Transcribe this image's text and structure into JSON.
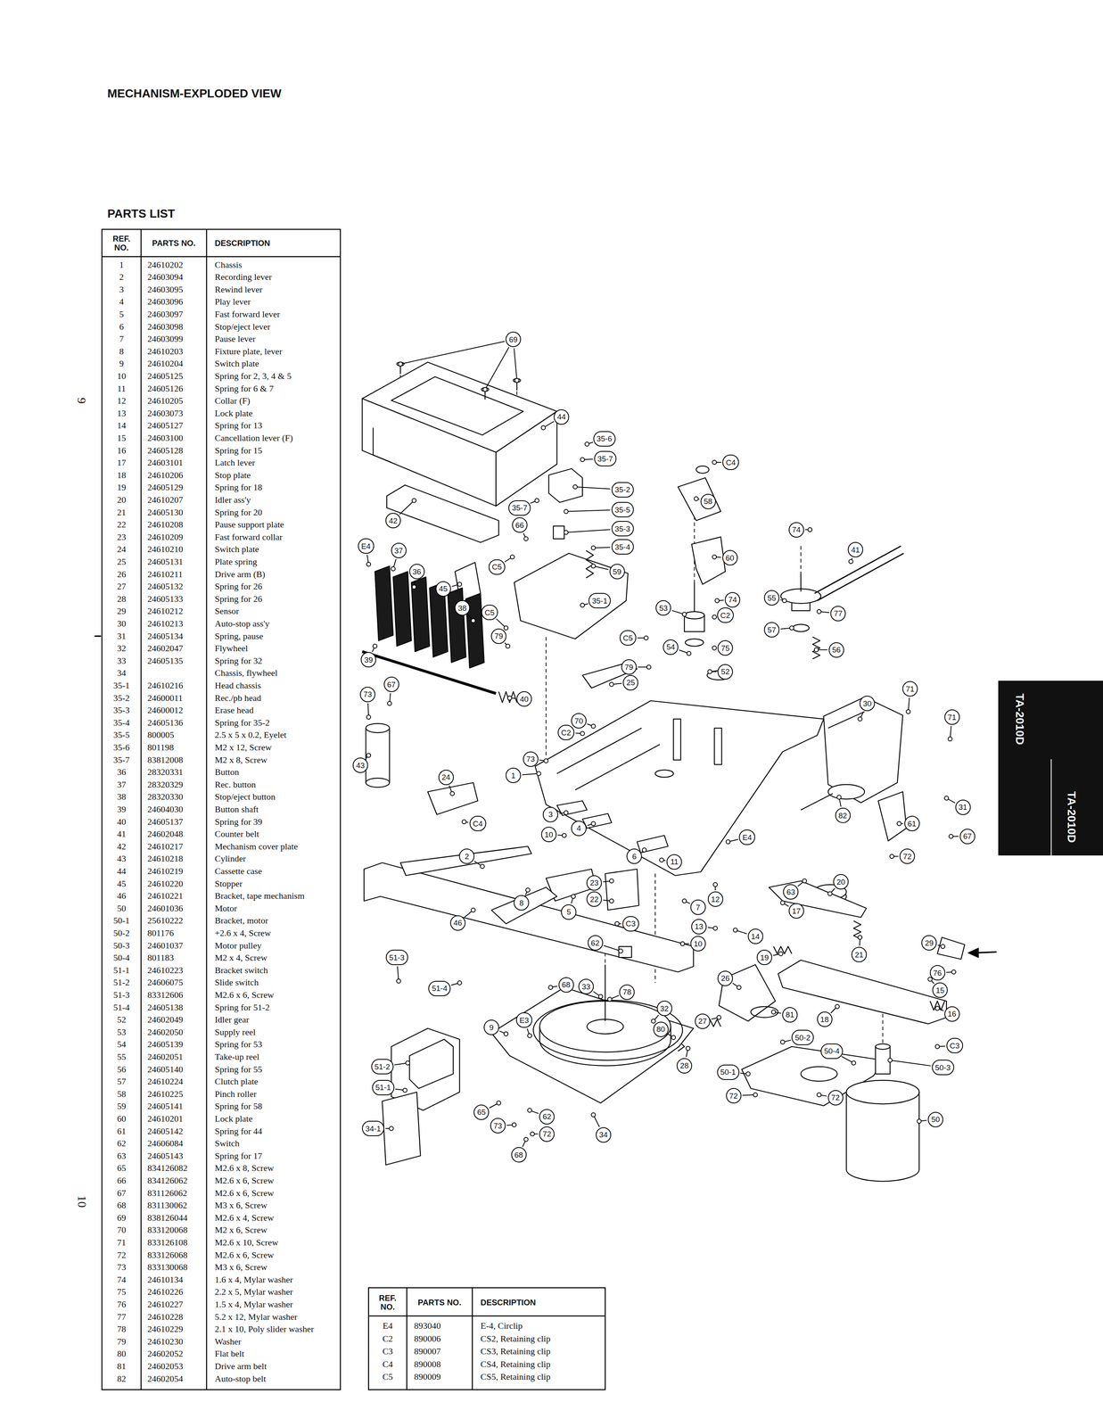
{
  "diagram": {
    "title": "MECHANISM-EXPLODED VIEW",
    "nodes": [
      {
        "text": [
          "69"
        ]
      },
      {
        "text": [
          "44"
        ]
      },
      {
        "text": [
          "42"
        ]
      },
      {
        "text": [
          "35-6"
        ]
      },
      {
        "text": [
          "35-7"
        ]
      },
      {
        "text": [
          "C4"
        ]
      },
      {
        "text": [
          "58"
        ]
      },
      {
        "text": [
          "35-2"
        ]
      },
      {
        "text": [
          "35-7"
        ]
      },
      {
        "text": [
          "35-5"
        ]
      },
      {
        "text": [
          "66"
        ]
      },
      {
        "text": [
          "35-3"
        ]
      },
      {
        "text": [
          "35-4"
        ]
      },
      {
        "text": [
          "E4"
        ]
      },
      {
        "text": [
          "37"
        ]
      },
      {
        "text": [
          "36"
        ]
      },
      {
        "text": [
          "C5"
        ]
      },
      {
        "text": [
          "59"
        ]
      },
      {
        "text": [
          "60"
        ]
      },
      {
        "text": [
          "74"
        ]
      },
      {
        "text": [
          "41"
        ]
      },
      {
        "text": [
          "45"
        ]
      },
      {
        "text": [
          "35-1"
        ]
      },
      {
        "text": [
          "38"
        ]
      },
      {
        "text": [
          "C5"
        ]
      },
      {
        "text": [
          "53"
        ]
      },
      {
        "text": [
          "74"
        ]
      },
      {
        "text": [
          "55"
        ]
      },
      {
        "text": [
          "77"
        ]
      },
      {
        "text": [
          "C2"
        ]
      },
      {
        "text": [
          "C5"
        ]
      },
      {
        "text": [
          "54"
        ]
      },
      {
        "text": [
          "57"
        ]
      },
      {
        "text": [
          "56"
        ]
      },
      {
        "text": [
          "75"
        ]
      },
      {
        "text": [
          "39"
        ]
      },
      {
        "text": [
          "79"
        ]
      },
      {
        "text": [
          "52"
        ]
      },
      {
        "text": [
          "79"
        ]
      },
      {
        "text": [
          "25"
        ]
      },
      {
        "text": [
          "40"
        ]
      },
      {
        "text": [
          "67"
        ]
      },
      {
        "text": [
          "73"
        ]
      },
      {
        "text": [
          "30"
        ]
      },
      {
        "text": [
          "71"
        ]
      },
      {
        "text": [
          "71"
        ]
      },
      {
        "text": [
          "70"
        ]
      },
      {
        "text": [
          "C2"
        ]
      },
      {
        "text": [
          "73"
        ]
      },
      {
        "text": [
          "1"
        ]
      },
      {
        "text": [
          "24"
        ]
      },
      {
        "text": [
          "43"
        ]
      },
      {
        "text": [
          "82"
        ]
      },
      {
        "text": [
          "31"
        ]
      },
      {
        "text": [
          "61"
        ]
      },
      {
        "text": [
          "C4"
        ]
      },
      {
        "text": [
          "67"
        ]
      },
      {
        "text": [
          "72"
        ]
      },
      {
        "text": [
          "3"
        ]
      },
      {
        "text": [
          "4"
        ]
      },
      {
        "text": [
          "10"
        ]
      },
      {
        "text": [
          "E4"
        ]
      },
      {
        "text": [
          "2"
        ]
      },
      {
        "text": [
          "6"
        ]
      },
      {
        "text": [
          "11"
        ]
      },
      {
        "text": [
          "20"
        ]
      },
      {
        "text": [
          "23"
        ]
      },
      {
        "text": [
          "63"
        ]
      },
      {
        "text": [
          "22"
        ]
      },
      {
        "text": [
          "8"
        ]
      },
      {
        "text": [
          "12"
        ]
      },
      {
        "text": [
          "7"
        ]
      },
      {
        "text": [
          "17"
        ]
      },
      {
        "text": [
          "5"
        ]
      },
      {
        "text": [
          "13"
        ]
      },
      {
        "text": [
          "C3"
        ]
      },
      {
        "text": [
          "14"
        ]
      },
      {
        "text": [
          "46"
        ]
      },
      {
        "text": [
          "62"
        ]
      },
      {
        "text": [
          "10"
        ]
      },
      {
        "text": [
          "29"
        ]
      },
      {
        "text": [
          "21"
        ]
      },
      {
        "text": [
          "19"
        ]
      },
      {
        "text": [
          "51-3"
        ]
      },
      {
        "text": [
          "76"
        ]
      },
      {
        "text": [
          "26"
        ]
      },
      {
        "text": [
          "51-4"
        ]
      },
      {
        "text": [
          "68"
        ]
      },
      {
        "text": [
          "15"
        ]
      },
      {
        "text": [
          "33"
        ]
      },
      {
        "text": [
          "78"
        ]
      },
      {
        "text": [
          "32"
        ]
      },
      {
        "text": [
          "16"
        ]
      },
      {
        "text": [
          "81"
        ]
      },
      {
        "text": [
          "18"
        ]
      },
      {
        "text": [
          "27"
        ]
      },
      {
        "text": [
          "E3"
        ]
      },
      {
        "text": [
          "9"
        ]
      },
      {
        "text": [
          "80"
        ]
      },
      {
        "text": [
          "50-2"
        ]
      },
      {
        "text": [
          "C3"
        ]
      },
      {
        "text": [
          "50-4"
        ]
      },
      {
        "text": [
          "28"
        ]
      },
      {
        "text": [
          "51-2"
        ]
      },
      {
        "text": [
          "50-3"
        ]
      },
      {
        "text": [
          "50-1"
        ]
      },
      {
        "text": [
          "51-1"
        ]
      },
      {
        "text": [
          "72"
        ]
      },
      {
        "text": [
          "72"
        ]
      },
      {
        "text": [
          "65"
        ]
      },
      {
        "text": [
          "62"
        ]
      },
      {
        "text": [
          "50"
        ]
      },
      {
        "text": [
          "73"
        ]
      },
      {
        "text": [
          "34-1"
        ]
      },
      {
        "text": [
          "72"
        ]
      },
      {
        "text": [
          "34"
        ]
      },
      {
        "text": [
          "68"
        ]
      },
      {
        "text": [
          "TA-2010D",
          "TA-2010D"
        ]
      }
    ],
    "labels": [
      "PARTS LIST",
      "REF. NO.",
      "PARTS NO.",
      "DESCRIPTION",
      "1",
      "24610202",
      "Chassis",
      "2",
      "24603094",
      "Recording lever",
      "3",
      "24603095",
      "Rewind lever",
      "4",
      "24603096",
      "Play lever",
      "5",
      "24603097",
      "Fast forward lever",
      "6",
      "24603098",
      "Stop/eject lever",
      "7",
      "24603099",
      "Pause lever",
      "8",
      "24610203",
      "Fixture plate, lever",
      "9",
      "24610204",
      "Switch plate",
      "10",
      "24605125",
      "Spring for 2, 3, 4 & 5",
      "11",
      "24605126",
      "Spring for 6 & 7",
      "12",
      "24610205",
      "Collar (F)",
      "13",
      "24603073",
      "Lock plate",
      "14",
      "24605127",
      "Spring for 13",
      "15",
      "24603100",
      "Cancellation lever (F)",
      "16",
      "24605128",
      "Spring for 15",
      "17",
      "24603101",
      "Latch lever",
      "18",
      "24610206",
      "Stop plate",
      "19",
      "24605129",
      "Spring for 18",
      "20",
      "24610207",
      "Idler ass'y",
      "21",
      "24605130",
      "Spring for 20",
      "22",
      "24610208",
      "Pause support plate",
      "23",
      "24610209",
      "Fast forward collar",
      "24",
      "24610210",
      "Switch plate",
      "25",
      "24605131",
      "Plate spring",
      "26",
      "24610211",
      "Drive arm (B)",
      "27",
      "24605132",
      "Spring for 26",
      "28",
      "24605133",
      "Spring for 26",
      "29",
      "24610212",
      "Sensor",
      "30",
      "24610213",
      "Auto-stop ass'y",
      "31",
      "24605134",
      "Spring, pause",
      "32",
      "24602047",
      "Flywheel",
      "33",
      "24605135",
      "Spring for 32",
      "34",
      "Chassis, flywheel",
      "35-1",
      "24610216",
      "Head chassis",
      "35-2",
      "24600011",
      "Rec./pb head",
      "35-3",
      "24600012",
      "Erase head",
      "35-4",
      "24605136",
      "Spring for 35-2",
      "35-5",
      "800005",
      "2.5 x 5 x 0.2, Eyelet",
      "35-6",
      "801198",
      "M2 x 12, Screw",
      "35-7",
      "83812008",
      "M2 x 8, Screw",
      "36",
      "28320331",
      "Button",
      "37",
      "28320329",
      "Rec. button",
      "38",
      "28320330",
      "Stop/eject button",
      "39",
      "24604030",
      "Button shaft",
      "40",
      "24605137",
      "Spring for 39",
      "41",
      "24602048",
      "Counter belt",
      "42",
      "24610217",
      "Mechanism cover plate",
      "43",
      "24610218",
      "Cylinder",
      "44",
      "24610219",
      "Cassette case",
      "45",
      "24610220",
      "Stopper",
      "46",
      "24610221",
      "Bracket, tape mechanism",
      "50",
      "24601036",
      "Motor",
      "50-1",
      "25610222",
      "Bracket, motor",
      "50-2",
      "801176",
      "+2.6 x 4, Screw",
      "50-3",
      "24601037",
      "Motor pulley",
      "50-4",
      "801183",
      "M2 x 4, Screw",
      "51-1",
      "24610223",
      "Bracket switch",
      "51-2",
      "24606075",
      "Slide switch",
      "51-3",
      "83312606",
      "M2.6 x 6, Screw",
      "51-4",
      "24605138",
      "Spring for 51-2",
      "52",
      "24602049",
      "Idler gear",
      "53",
      "24602050",
      "Supply reel",
      "54",
      "24605139",
      "Spring for 53",
      "55",
      "24602051",
      "Take-up reel",
      "56",
      "24605140",
      "Spring for 55",
      "57",
      "24610224",
      "Clutch plate",
      "58",
      "24610225",
      "Pinch roller",
      "59",
      "24605141",
      "Spring for 58",
      "60",
      "24610201",
      "Lock plate",
      "61",
      "24605142",
      "Spring for 44",
      "62",
      "24606084",
      "Switch",
      "63",
      "24605143",
      "Spring for 17",
      "65",
      "834126082",
      "M2.6 x 8, Screw",
      "66",
      "834126062",
      "M2.6 x 6, Screw",
      "67",
      "831126062",
      "M2.6 x 6, Screw",
      "68",
      "831130062",
      "M3 x 6, Screw",
      "69",
      "838126044",
      "M2.6 x 4, Screw",
      "70",
      "833120068",
      "M2 x 6, Screw",
      "71",
      "833126108",
      "M2.6 x 10, Screw",
      "72",
      "833126068",
      "M2.6 x 6, Screw",
      "73",
      "833130068",
      "M3 x 6, Screw",
      "74",
      "24610134",
      "1.6 x 4, Mylar washer",
      "75",
      "24610226",
      "2.2 x 5, Mylar washer",
      "76",
      "24610227",
      "1.5 x 4, Mylar washer",
      "77",
      "24610228",
      "5.2 x 12, Mylar washer",
      "78",
      "24610229",
      "2.1 x 10, Poly slider washer",
      "79",
      "24610230",
      "Washer",
      "80",
      "24602052",
      "Flat belt",
      "81",
      "24602053",
      "Drive arm belt",
      "82",
      "24602054",
      "Auto-stop belt",
      "REF. NO.",
      "PARTS NO.",
      "DESCRIPTION",
      "E4",
      "893040",
      "E-4, Circlip",
      "C2",
      "890006",
      "CS2, Retaining clip",
      "C3",
      "890007",
      "CS3, Retaining clip",
      "C4",
      "890008",
      "CS4, Retaining clip",
      "C5",
      "890009",
      "CS5, Retaining clip",
      "9",
      "10"
    ]
  }
}
